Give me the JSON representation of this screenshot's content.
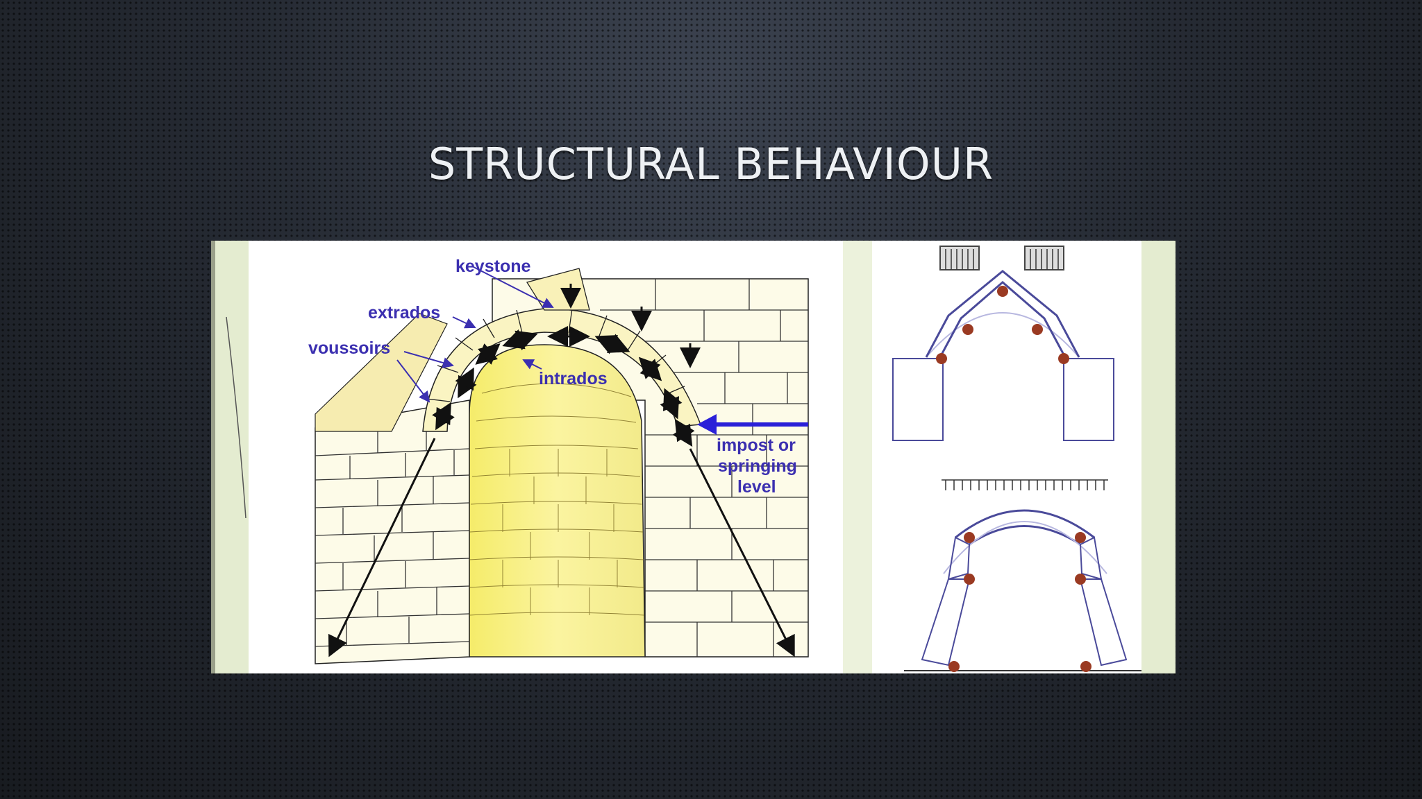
{
  "slide": {
    "title": "STRUCTURAL BEHAVIOUR"
  },
  "arch_diagram": {
    "labels": {
      "keystone": "keystone",
      "extrados": "extrados",
      "voussoirs": "voussoirs",
      "intrados": "intrados",
      "impost_line1": "impost or",
      "impost_line2": "springing",
      "impost_line3": "level"
    },
    "colors": {
      "label_text": "#3b2fb0",
      "stone_light": "#fbf6c8",
      "stone_yellow": "#f3e86c",
      "impost_arrow": "#2a20d8",
      "hinge": "#9a3a22"
    }
  },
  "hinge_diagram": {
    "colors": {
      "outline": "#4a4a9a",
      "hinge": "#9a3a22"
    }
  }
}
